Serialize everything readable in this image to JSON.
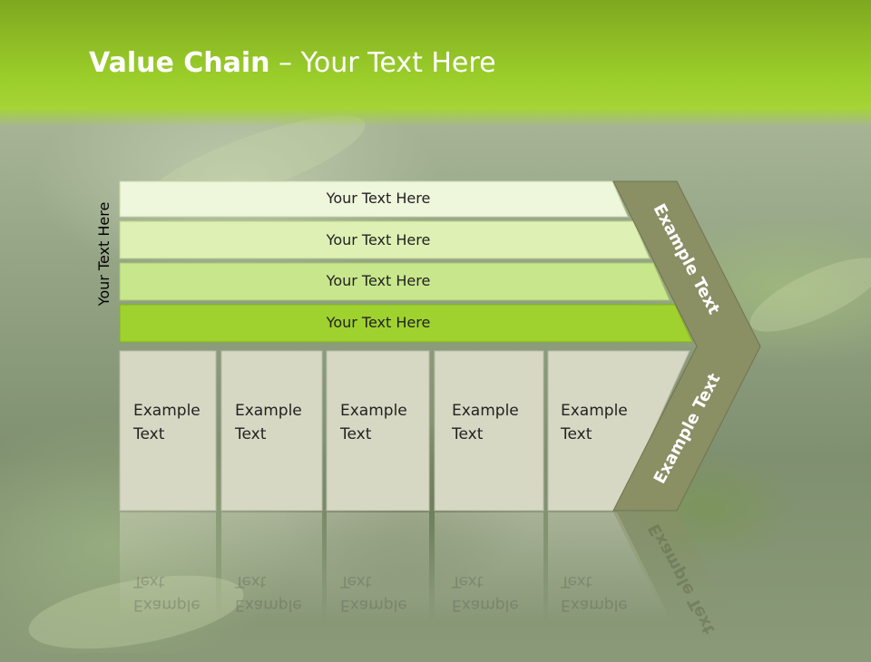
{
  "slide": {
    "title_bold": "Value Chain",
    "title_rest": " – Your Text Here",
    "side_label": "Your Text Here"
  },
  "bars": [
    {
      "label": "Your Text Here"
    },
    {
      "label": "Your Text Here"
    },
    {
      "label": "Your Text Here"
    },
    {
      "label": "Your Text Here"
    }
  ],
  "columns": [
    {
      "line1": "Example",
      "line2": "Text"
    },
    {
      "line1": "Example",
      "line2": "Text"
    },
    {
      "line1": "Example",
      "line2": "Text"
    },
    {
      "line1": "Example",
      "line2": "Text"
    },
    {
      "line1": "Example",
      "line2": "Text"
    }
  ],
  "chevron": {
    "upper_label": "Example Text",
    "lower_label": "Example Text"
  },
  "colors": {
    "header_green": "#9acd2a",
    "bar1": "#eef6dc",
    "bar2": "#dcef b0",
    "bar3": "#c6e68a",
    "bar4": "#9fd22e",
    "column_fill": "#d7d8c4",
    "chevron_fill": "#8a8f64"
  }
}
